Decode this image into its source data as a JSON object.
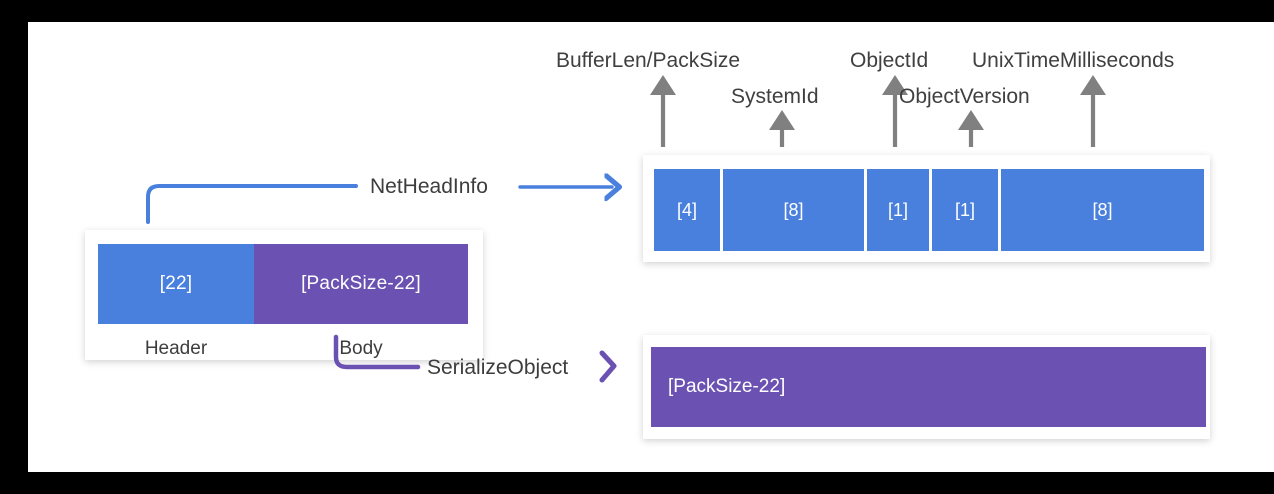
{
  "canvas": {
    "background": "#ffffff",
    "frame_color": "#000000"
  },
  "colors": {
    "header_blue": "#4a80dd",
    "body_purple": "#6b52b2",
    "arrow_gray": "#808080",
    "text_dark": "#3d3d3d"
  },
  "packet": {
    "segments": [
      {
        "value": "[22]",
        "caption": "Header",
        "color": "#4a80dd"
      },
      {
        "value": "[PackSize-22]",
        "caption": "Body",
        "color": "#6b52b2"
      }
    ]
  },
  "flows": {
    "header_flow_label": "NetHeadInfo",
    "body_flow_label": "SerializeObject"
  },
  "header_fields": {
    "fields": [
      {
        "size": "[4]",
        "label": "BufferLen/PackSize"
      },
      {
        "size": "[8]",
        "label": "SystemId"
      },
      {
        "size": "[1]",
        "label": "ObjectId"
      },
      {
        "size": "[1]",
        "label": "ObjectVersion"
      },
      {
        "size": "[8]",
        "label": "UnixTimeMilliseconds"
      }
    ]
  },
  "body_block": {
    "value": "[PackSize-22]"
  }
}
